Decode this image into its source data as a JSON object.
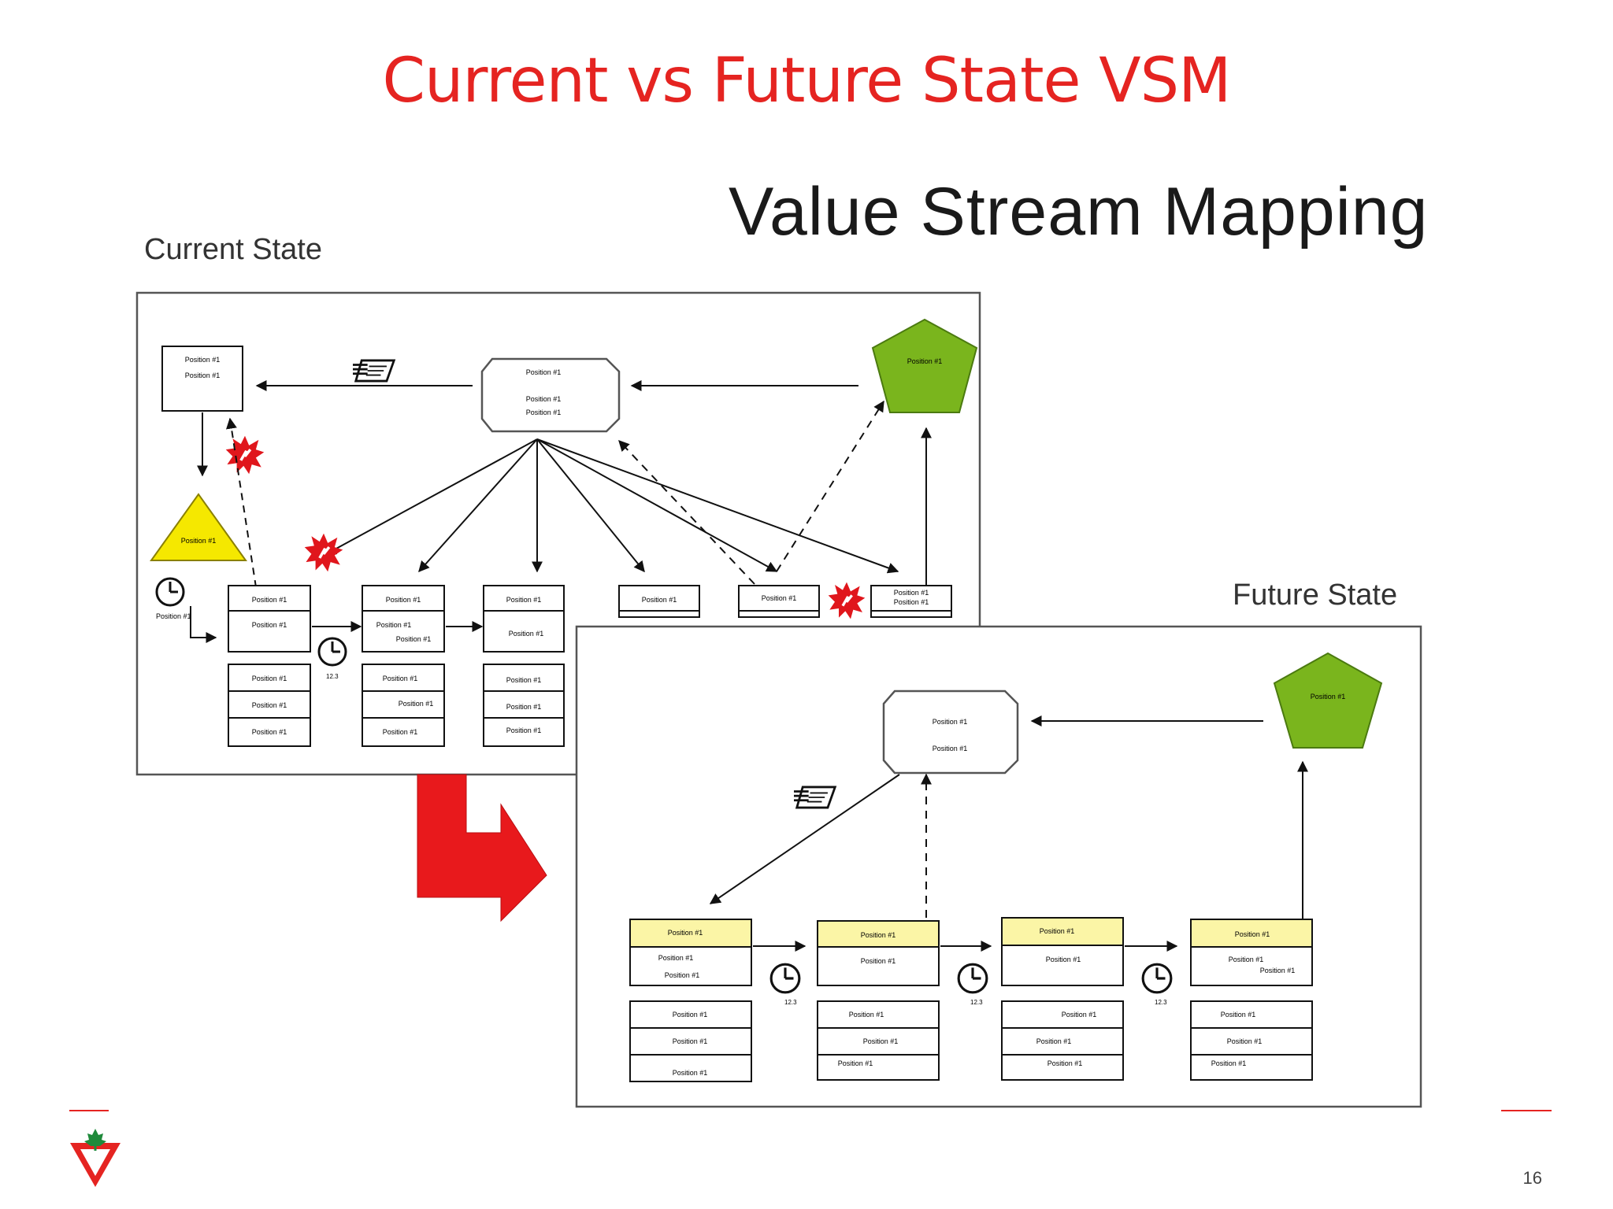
{
  "slide": {
    "title": "Current vs Future State VSM",
    "heading": "Value Stream Mapping",
    "current_label": "Current State",
    "future_label": "Future State",
    "page_number": "16"
  },
  "diagram": {
    "position_text": "Position #1",
    "cycle_time": "12.3",
    "colors": {
      "title_red": "#e52421",
      "supplier_green": "#7ab51d",
      "inventory_yellow": "#f5e800",
      "kaizen_red": "#e0161c",
      "process_header_yellow": "#fbf5a6",
      "transition_arrow_red": "#e8191c"
    },
    "icons": [
      "electronic-info-icon",
      "kaizen-burst-icon",
      "clock-icon",
      "transition-arrow-icon",
      "canadian-tire-logo-icon"
    ]
  }
}
